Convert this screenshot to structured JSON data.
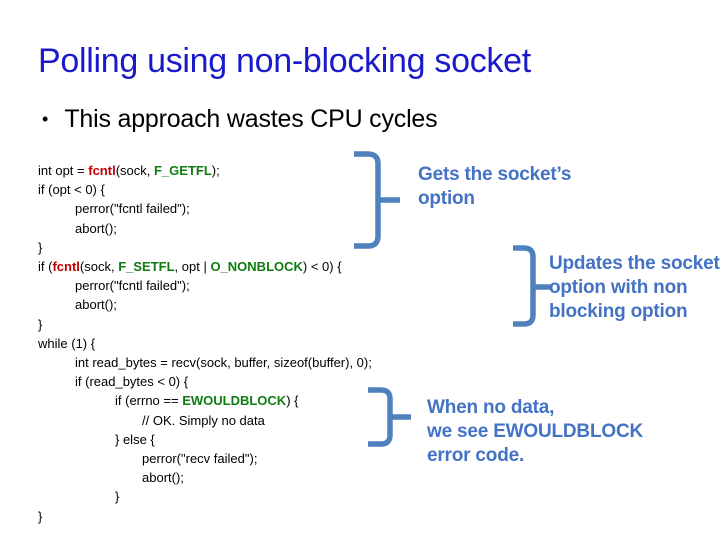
{
  "slide": {
    "title": "Polling using non-blocking socket",
    "bullet_glyph": "•",
    "bullet": "This approach wastes CPU cycles"
  },
  "colors": {
    "background": "#ffffff",
    "title": "#1a1acb",
    "body_text": "#000000",
    "code_plain": "#000000",
    "code_func": "#c00000",
    "code_const": "#107c10",
    "annotation": "#4472c4",
    "brace": "#4f81bd"
  },
  "code": {
    "lines": [
      {
        "indent": 0,
        "parts": [
          [
            "p",
            "int opt = "
          ],
          [
            "r",
            "fcntl"
          ],
          [
            "p",
            "(sock, "
          ],
          [
            "g",
            "F_GETFL"
          ],
          [
            "p",
            ");"
          ]
        ]
      },
      {
        "indent": 0,
        "parts": [
          [
            "p",
            "if (opt < 0) {"
          ]
        ]
      },
      {
        "indent": 1,
        "parts": [
          [
            "p",
            "perror(\"fcntl failed\");"
          ]
        ]
      },
      {
        "indent": 1,
        "parts": [
          [
            "p",
            "abort();"
          ]
        ]
      },
      {
        "indent": 0,
        "parts": [
          [
            "p",
            "}"
          ]
        ]
      },
      {
        "indent": 0,
        "parts": [
          [
            "p",
            "if ("
          ],
          [
            "r",
            "fcntl"
          ],
          [
            "p",
            "(sock, "
          ],
          [
            "g",
            "F_SETFL"
          ],
          [
            "p",
            ", opt | "
          ],
          [
            "g",
            "O_NONBLOCK"
          ],
          [
            "p",
            ") < 0) {"
          ]
        ]
      },
      {
        "indent": 1,
        "parts": [
          [
            "p",
            "perror(\"fcntl failed\");"
          ]
        ]
      },
      {
        "indent": 1,
        "parts": [
          [
            "p",
            "abort();"
          ]
        ]
      },
      {
        "indent": 0,
        "parts": [
          [
            "p",
            "}"
          ]
        ]
      },
      {
        "indent": 0,
        "parts": [
          [
            "p",
            "while (1) {"
          ]
        ]
      },
      {
        "indent": 1,
        "parts": [
          [
            "p",
            "int read_bytes = recv(sock, buffer, sizeof(buffer), 0);"
          ]
        ]
      },
      {
        "indent": 1,
        "parts": [
          [
            "p",
            "if (read_bytes < 0) {"
          ]
        ]
      },
      {
        "indent": 2,
        "parts": [
          [
            "p",
            "if (errno == "
          ],
          [
            "g",
            "EWOULDBLOCK"
          ],
          [
            "p",
            ") {"
          ]
        ]
      },
      {
        "indent": 3,
        "parts": [
          [
            "p",
            "// OK. Simply no data"
          ]
        ]
      },
      {
        "indent": 2,
        "parts": [
          [
            "p",
            "} else {"
          ]
        ]
      },
      {
        "indent": 3,
        "parts": [
          [
            "p",
            "perror(\"recv failed\");"
          ]
        ]
      },
      {
        "indent": 3,
        "parts": [
          [
            "p",
            "abort();"
          ]
        ]
      },
      {
        "indent": 2,
        "parts": [
          [
            "p",
            "}"
          ]
        ]
      },
      {
        "indent": 0,
        "parts": [
          [
            "p",
            "}"
          ]
        ]
      }
    ]
  },
  "annotations": [
    {
      "lines": [
        "Gets the socket’s",
        "option"
      ]
    },
    {
      "lines": [
        "Updates the socket’s",
        "option with non",
        "blocking option"
      ]
    },
    {
      "lines": [
        "When no data,",
        "we see EWOULDBLOCK",
        "error code."
      ]
    }
  ]
}
